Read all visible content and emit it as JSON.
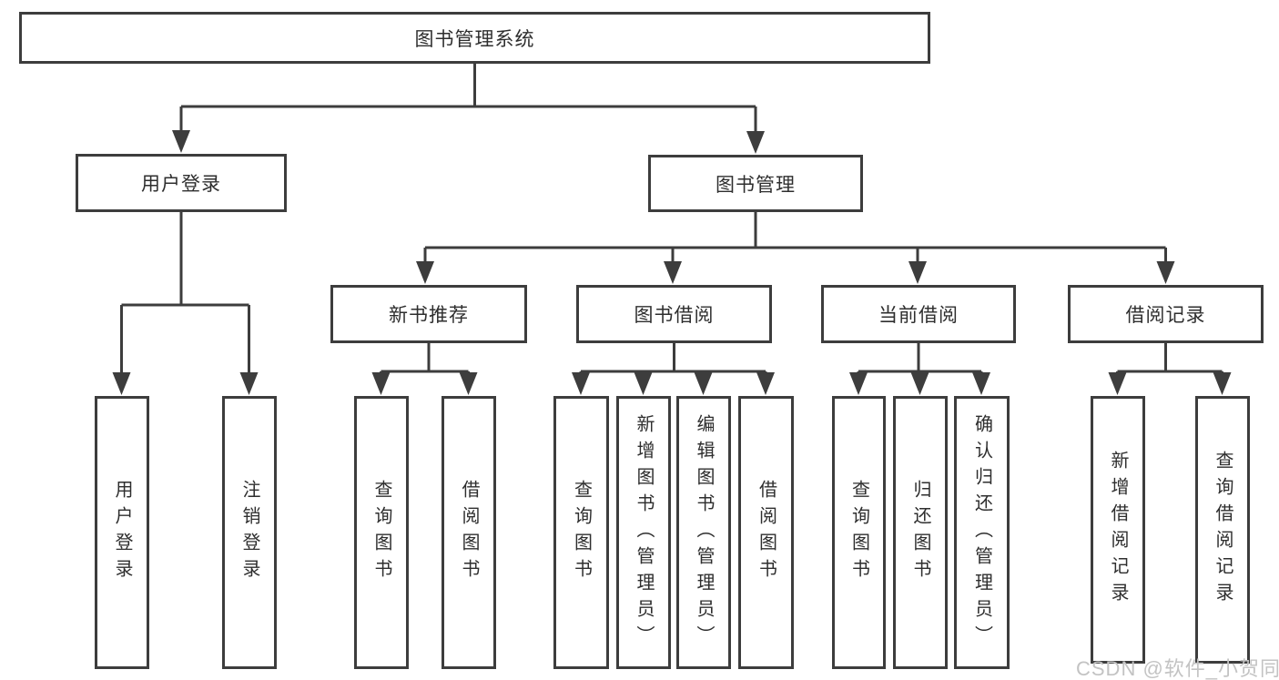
{
  "diagram": {
    "type": "hierarchy",
    "tree": {
      "label": "图书管理系统",
      "children": [
        {
          "label": "用户登录",
          "children": [
            {
              "label": "用户登录"
            },
            {
              "label": "注销登录"
            }
          ]
        },
        {
          "label": "图书管理",
          "children": [
            {
              "label": "新书推荐",
              "children": [
                {
                  "label": "查询图书"
                },
                {
                  "label": "借阅图书"
                }
              ]
            },
            {
              "label": "图书借阅",
              "children": [
                {
                  "label": "查询图书"
                },
                {
                  "label": "新增图书（管理员）"
                },
                {
                  "label": "编辑图书（管理员）"
                },
                {
                  "label": "借阅图书"
                }
              ]
            },
            {
              "label": "当前借阅",
              "children": [
                {
                  "label": "查询图书"
                },
                {
                  "label": "归还图书"
                },
                {
                  "label": "确认归还（管理员）"
                }
              ]
            },
            {
              "label": "借阅记录",
              "children": [
                {
                  "label": "新增借阅记录"
                },
                {
                  "label": "查询借阅记录"
                }
              ]
            }
          ]
        }
      ]
    },
    "colors": {
      "line": "#3d3d3d",
      "text": "#2e2e2e",
      "watermark": "#c3c3c3",
      "background": "#ffffff"
    }
  },
  "watermark": {
    "text": "CSDN @软件_小贺同学"
  }
}
